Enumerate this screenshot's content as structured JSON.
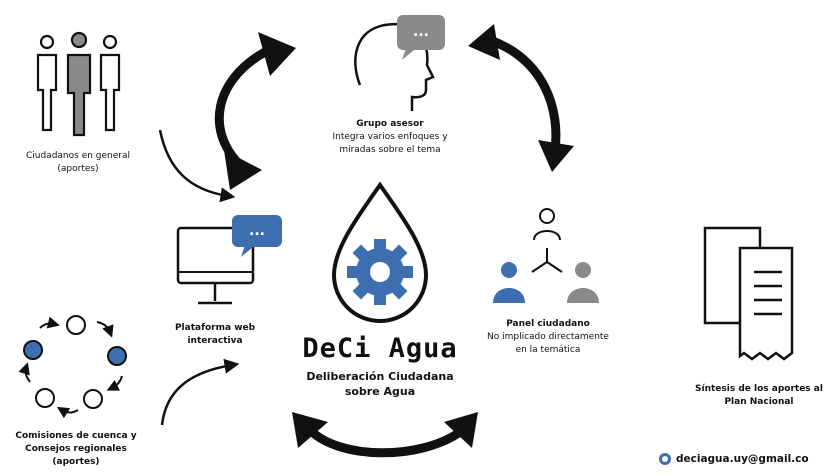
{
  "nodes": {
    "ciudadanos": {
      "label": "Ciudadanos  en general",
      "sub": "(aportes)"
    },
    "grupo": {
      "label": "Grupo asesor",
      "sub1": "Integra varios enfoques y",
      "sub2": "miradas sobre el tema"
    },
    "plataforma": {
      "label1": "Plataforma web",
      "label2": "interactiva"
    },
    "panel": {
      "label": "Panel ciudadano",
      "sub1": "No implicado  directamente",
      "sub2": "en la temática"
    },
    "comisiones": {
      "label1": "Comisiones de cuenca y",
      "label2": "Consejos regionales",
      "sub": "(aportes)"
    },
    "sintesis": {
      "label1": "Síntesis de los aportes al",
      "label2": "Plan Nacional"
    }
  },
  "brand": {
    "name": "DeCi Agua",
    "sub1": "Deliberación Ciudadana",
    "sub2": "sobre Agua"
  },
  "contact": {
    "email": "deciagua.uy@gmail.co"
  },
  "bubble_text": "...",
  "colors": {
    "accent": "#3d6fb0",
    "gray": "#8a8a8a",
    "dark": "#111111"
  },
  "icons": [
    "people-group-icon",
    "head-chat-icon",
    "monitor-chat-icon",
    "network-people-icon",
    "circle-cycle-icon",
    "document-stack-icon",
    "water-drop-gear-icon",
    "globe-icon"
  ]
}
